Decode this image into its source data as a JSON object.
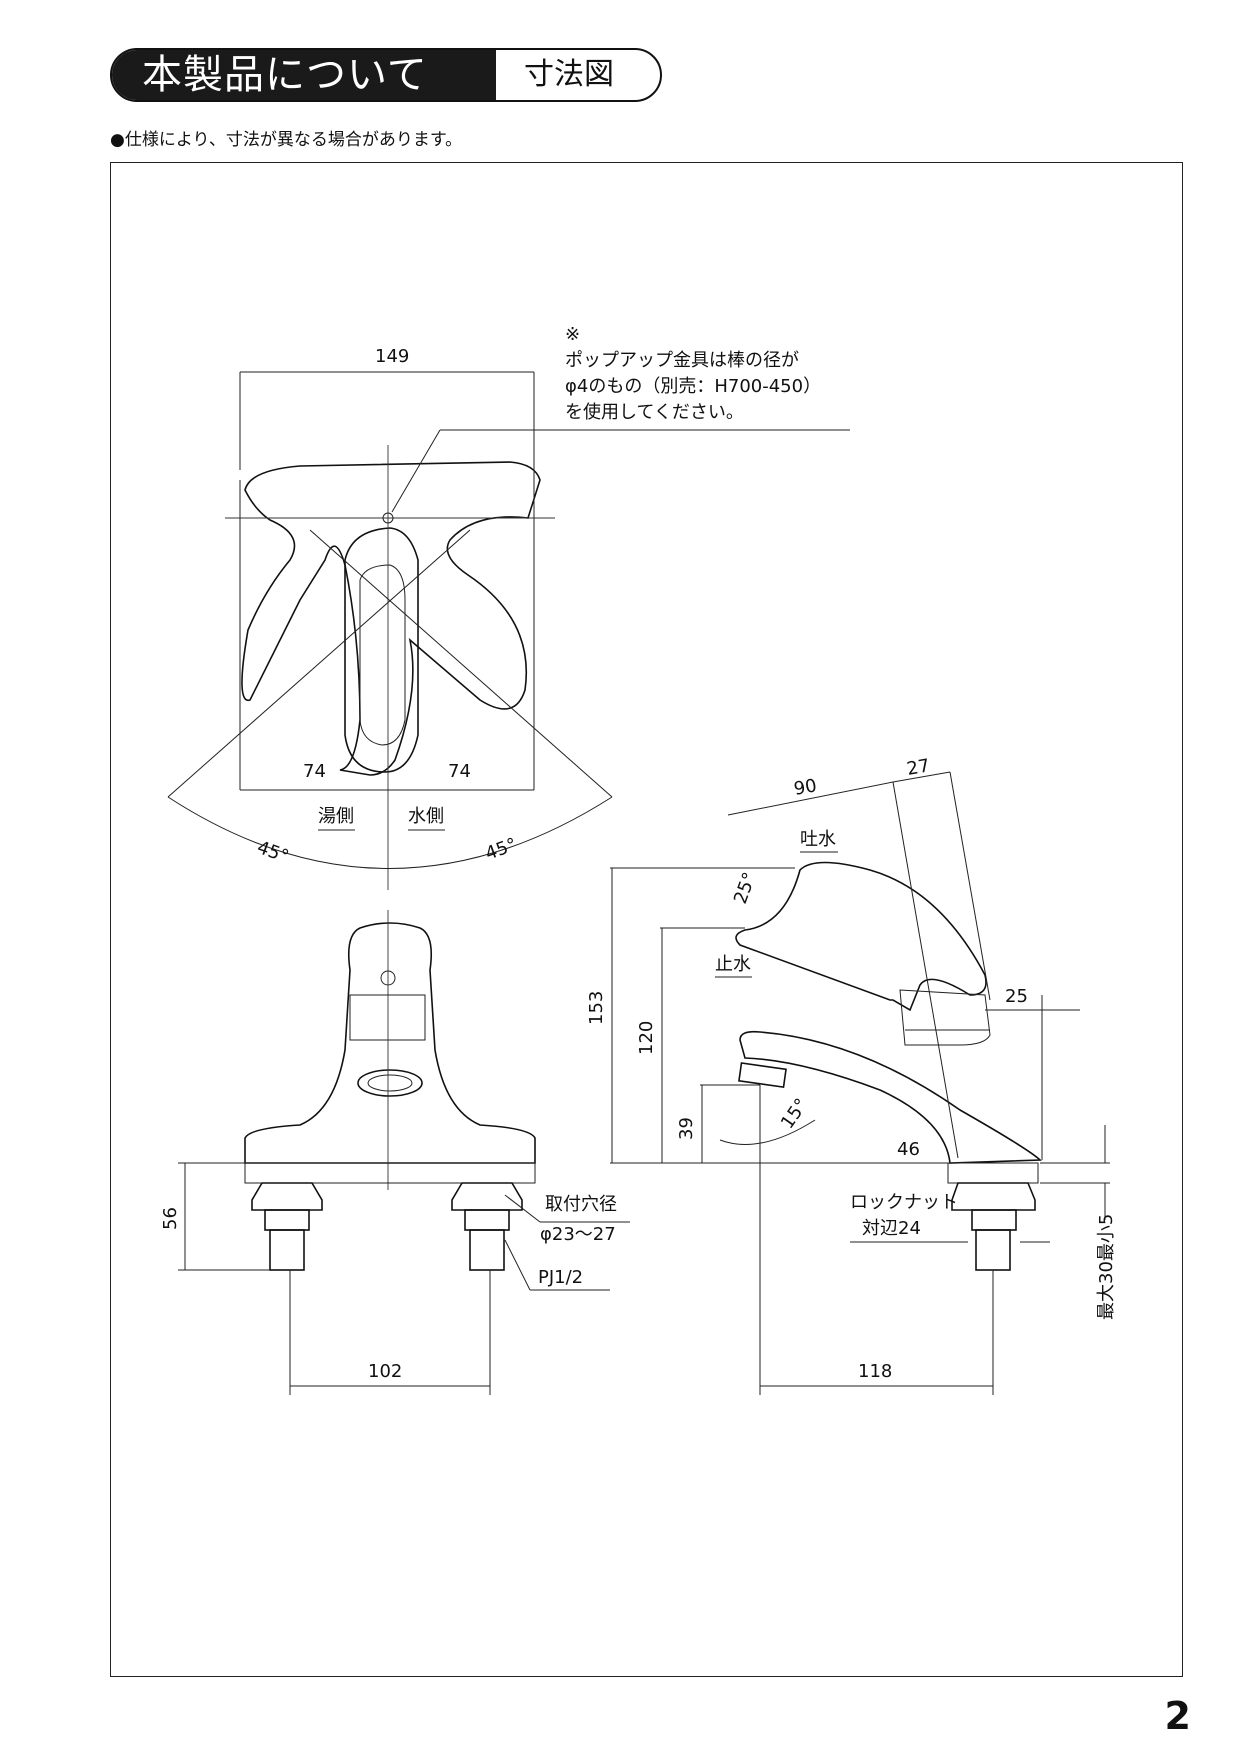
{
  "header": {
    "title": "本製品について",
    "subtitle": "寸法図"
  },
  "note": "●仕様により、寸法が異なる場合があります。",
  "annotation": {
    "mark": "※",
    "line1": "ポップアップ金具は棒の径が",
    "line2": "φ4のもの（別売：H700-450）",
    "line3": "を使用してください。"
  },
  "dims": {
    "width_149": "149",
    "left_74": "74",
    "right_74": "74",
    "hot_side": "湯側",
    "cold_side": "水側",
    "angle_left": "45°",
    "angle_right": "45°",
    "d90": "90",
    "d27": "27",
    "spout_label": "吐水",
    "stop_label": "止水",
    "angle_25": "25°",
    "d25": "25",
    "d153": "153",
    "d120": "120",
    "d39": "39",
    "angle_15": "15°",
    "d46": "46",
    "d56": "56",
    "mount_hole_1": "取付穴径",
    "mount_hole_2": "φ23～27",
    "pj": "PJ1/2",
    "d102": "102",
    "locknut_1": "ロックナット",
    "locknut_2": "対辺24",
    "d118": "118",
    "thickness": "最大30最小5"
  },
  "page_number": "2"
}
